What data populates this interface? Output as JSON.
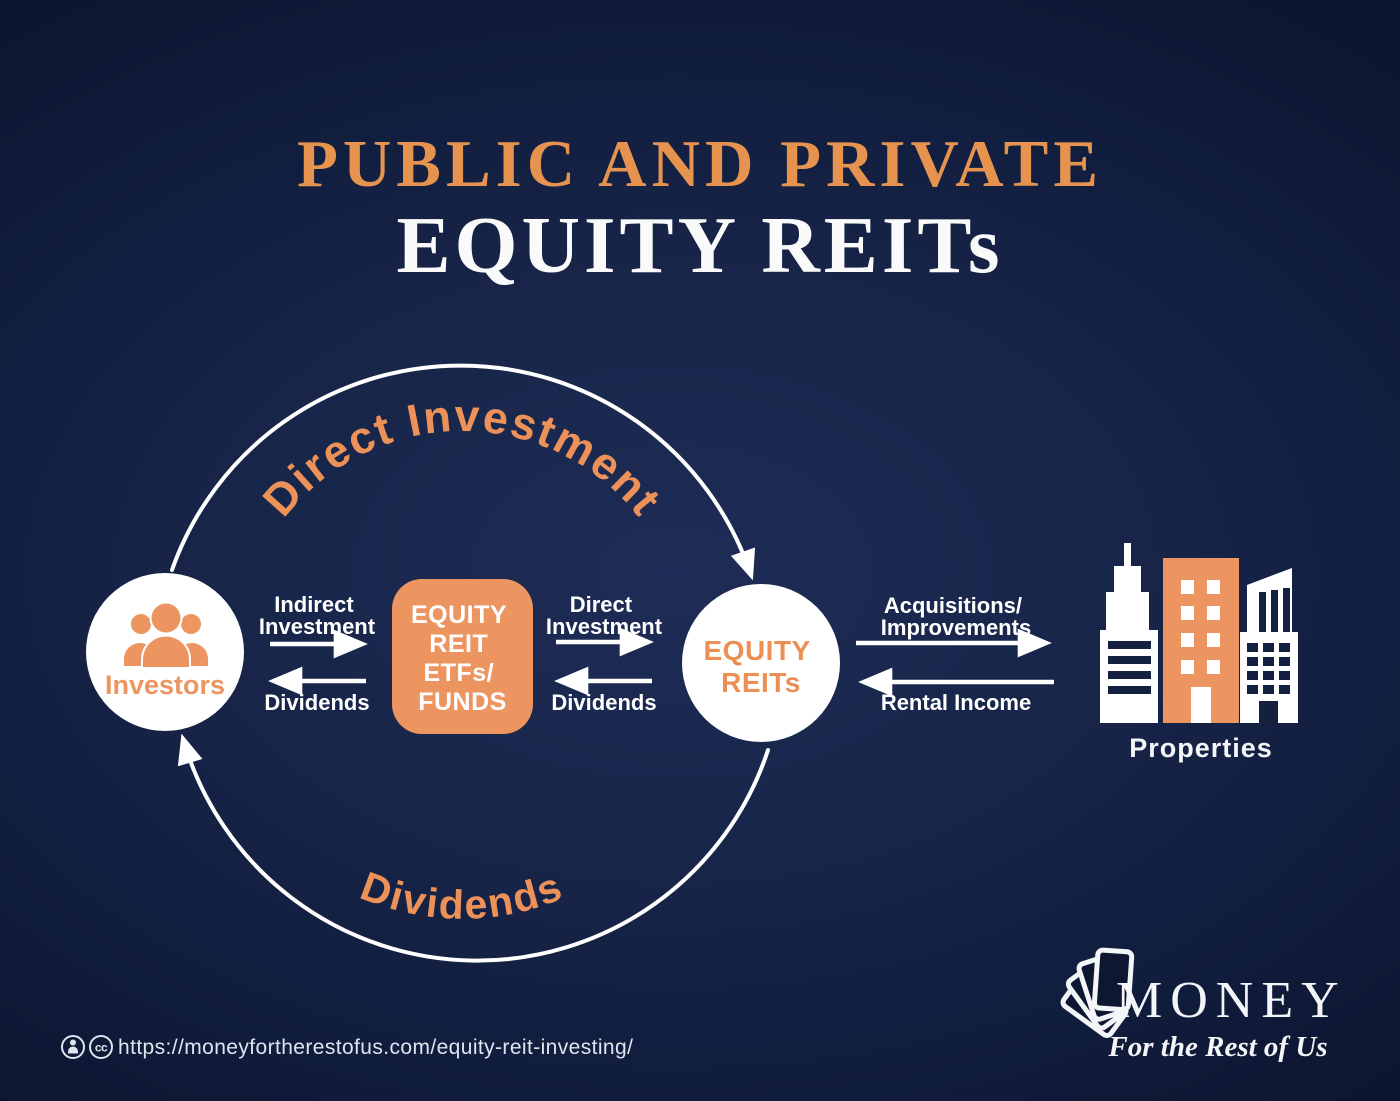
{
  "title": {
    "line1": "PUBLIC AND PRIVATE",
    "line2": "EQUITY REITs"
  },
  "cycle": {
    "top_arc_label": "Direct Investment",
    "bottom_arc_label": "Dividends"
  },
  "nodes": {
    "investors": {
      "label": "Investors"
    },
    "etf_box": {
      "line1": "EQUITY",
      "line2": "REIT",
      "line3": "ETFs/",
      "line4": "FUNDS"
    },
    "reits": {
      "line1": "EQUITY",
      "line2": "REITs"
    },
    "properties": {
      "label": "Properties"
    }
  },
  "flows": {
    "indirect_investment": {
      "line1": "Indirect",
      "line2": "Investment"
    },
    "dividends_left": {
      "label": "Dividends"
    },
    "direct_investment": {
      "line1": "Direct",
      "line2": "Investment"
    },
    "dividends_mid": {
      "label": "Dividends"
    },
    "acquisitions": {
      "line1": "Acquisitions/",
      "line2": "Improvements"
    },
    "rental_income": {
      "label": "Rental Income"
    }
  },
  "footer": {
    "url": "https://moneyfortherestofus.com/equity-reit-investing/",
    "cc_icon_text": "cc"
  },
  "logo": {
    "wordmark": "MONEY",
    "tagline": "For the Rest of Us"
  },
  "colors": {
    "accent_orange": "#ec9560",
    "title_orange": "#e6934f",
    "background_navy": "#14203f",
    "white": "#ffffff"
  }
}
